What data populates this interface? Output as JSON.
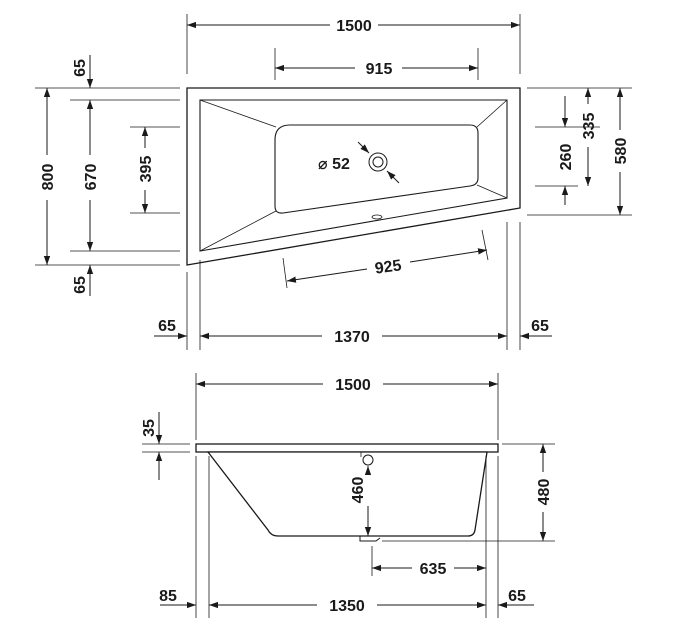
{
  "top_view": {
    "width_overall": "1500",
    "inner_top": "915",
    "rim_top": "65",
    "depth_overall": "800",
    "inner_depth": "670",
    "basin_depth": "395",
    "rim_bottom": "65",
    "drain_diameter": "⌀ 52",
    "inner_bottom": "925",
    "depth_right": "580",
    "right_inner": "335",
    "right_basin": "260",
    "rim_left": "65",
    "inner_width": "1370",
    "rim_right": "65"
  },
  "side_view": {
    "width_overall": "1500",
    "rim_thickness": "35",
    "basin_height": "460",
    "overall_height": "480",
    "drain_offset": "635",
    "left_offset": "85",
    "base_width": "1350",
    "right_offset": "65"
  }
}
